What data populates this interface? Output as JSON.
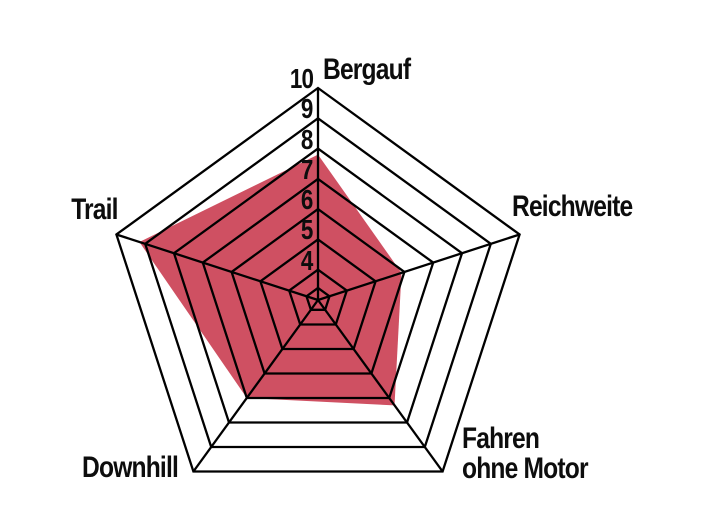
{
  "page": {
    "background": "#ffffff"
  },
  "chart_data": {
    "type": "radar",
    "title": "",
    "categories": [
      "Bergauf",
      "Reichweite",
      "Fahren\nohne Motor",
      "Downhill",
      "Trail"
    ],
    "values": [
      7.8,
      5.9,
      7.3,
      7.0,
      9.2
    ],
    "scale": {
      "center_value": 3,
      "max": 10,
      "ring_values": [
        4,
        5,
        6,
        7,
        8,
        9,
        10
      ],
      "inner_ring_value": 3.4,
      "tick_labels": [
        "10",
        "9",
        "8",
        "7",
        "6",
        "5",
        "4"
      ]
    },
    "colors": {
      "fill": "#CF5062",
      "grid": "#000000",
      "label": "#0d0d0d",
      "background": "#ffffff"
    },
    "layout": {
      "grid_shape": "pentagon-web",
      "legend": "none",
      "tick_axis": "top"
    }
  }
}
